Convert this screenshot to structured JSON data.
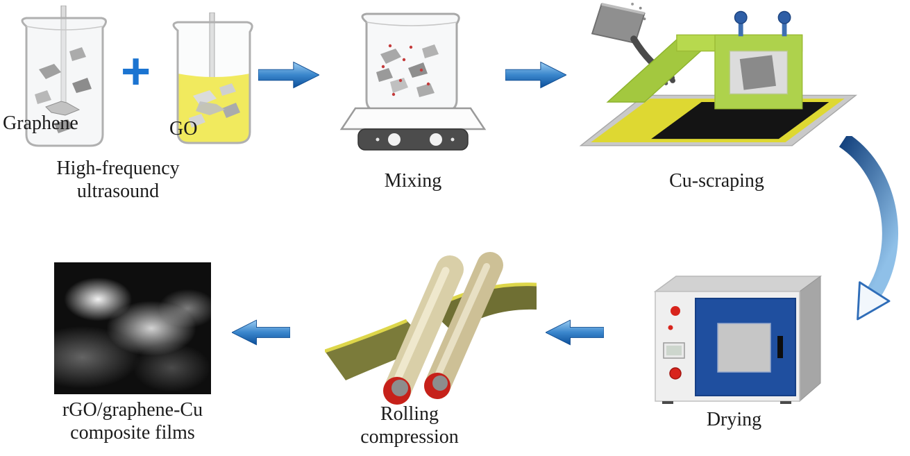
{
  "labels": {
    "graphene": "Graphene",
    "plus": "+",
    "go": "GO"
  },
  "captions": {
    "ultrasound_line1": "High-frequency",
    "ultrasound_line2": "ultrasound",
    "mixing": "Mixing",
    "cu_scraping": "Cu-scraping",
    "drying": "Drying",
    "rolling_line1": "Rolling",
    "rolling_line2": "compression",
    "film_line1": "rGO/graphene-Cu",
    "film_line2": "composite films"
  },
  "process_flow": [
    "High-frequency ultrasound",
    "Mixing",
    "Cu-scraping",
    "Drying",
    "Rolling compression",
    "rGO/graphene-Cu composite films"
  ],
  "colors": {
    "arrow_blue_dark": "#0c4f9a",
    "arrow_blue_light": "#9ccdf2",
    "go_solution_yellow": "#f3e93a",
    "scraper_green": "#a3c83f",
    "substrate_yellow": "#ded832",
    "coated_film_black": "#141414",
    "oven_door_blue": "#1f4f9f",
    "roller_tan": "#d9cfa8",
    "film_olive": "#7b7b3a",
    "indicator_red": "#d8241c"
  }
}
